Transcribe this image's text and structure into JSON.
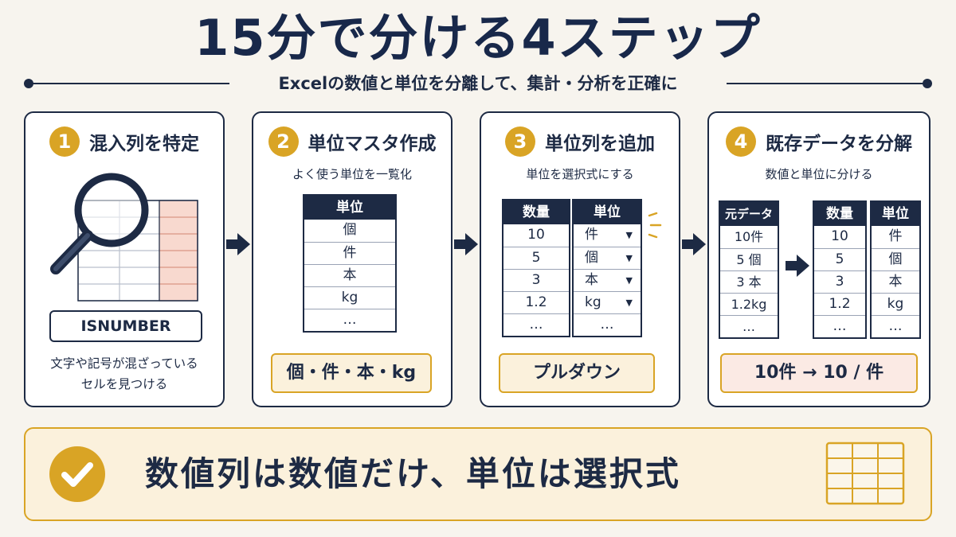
{
  "title": "15分で分ける4ステップ",
  "subtitle": "Excelの数値と単位を分離して、集計・分析を正確に",
  "steps": [
    {
      "number": "1",
      "title": "混入列を特定",
      "function_label": "ISNUMBER",
      "note_line1": "文字や記号が混ざっている",
      "note_line2": "セルを見つける"
    },
    {
      "number": "2",
      "title": "単位マスタ作成",
      "description": "よく使う単位を一覧化",
      "table_header": "単位",
      "units": [
        "個",
        "件",
        "本",
        "kg",
        "…"
      ],
      "summary": "個・件・本・kg"
    },
    {
      "number": "3",
      "title": "単位列を追加",
      "description": "単位を選択式にする",
      "headers": [
        "数量",
        "単位"
      ],
      "quantities": [
        "10",
        "5",
        "3",
        "1.2",
        "…"
      ],
      "units": [
        "件",
        "個",
        "本",
        "kg",
        "…"
      ],
      "summary": "プルダウン"
    },
    {
      "number": "4",
      "title": "既存データを分解",
      "description": "数値と単位に分ける",
      "source_header": "元データ",
      "source_values": [
        "10件",
        "5 個",
        "3 本",
        "1.2kg",
        "…"
      ],
      "headers": [
        "数量",
        "単位"
      ],
      "quantities": [
        "10",
        "5",
        "3",
        "1.2",
        "…"
      ],
      "units": [
        "件",
        "個",
        "本",
        "kg",
        "…"
      ],
      "summary": "10件 → 10 / 件"
    }
  ],
  "banner": {
    "text": "数値列は数値だけ、単位は選択式"
  },
  "colors": {
    "navy": "#1d2a44",
    "gold": "#d9a425",
    "cream": "#fbf1dc",
    "highlight": "#f8d9cf"
  },
  "icons": {
    "step1": "magnifier-over-spreadsheet-icon",
    "banner": "check-icon",
    "banner_right": "table-grid-icon"
  }
}
